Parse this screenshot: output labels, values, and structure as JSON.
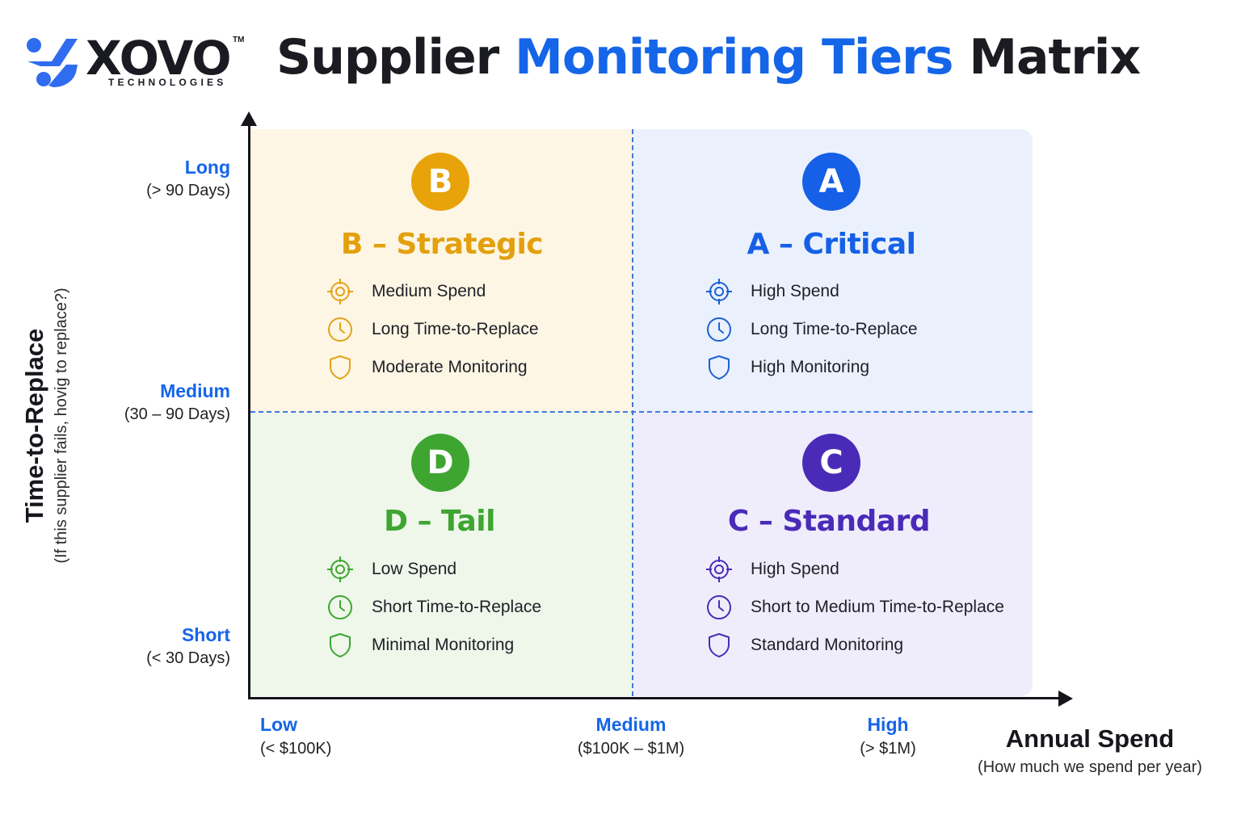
{
  "brand": {
    "logo_text": "XOVO",
    "logo_tm": "TM",
    "logo_subtitle": "TECHNOLOGIES",
    "color_blue": "#2f6cf0",
    "color_dark": "#1a1a22"
  },
  "title": {
    "part1": "Supplier",
    "part2": "Monitoring Tiers",
    "part3": "Matrix",
    "accent_color": "#1565e8"
  },
  "y_axis": {
    "title": "Time-to-Replace",
    "subtitle": "(If this supplier fails, hovig to replace?)",
    "levels": [
      {
        "label": "Long",
        "range": "(> 90 Days)"
      },
      {
        "label": "Medium",
        "range": "(30 – 90 Days)"
      },
      {
        "label": "Short",
        "range": "(< 30 Days)"
      }
    ]
  },
  "x_axis": {
    "title": "Annual Spend",
    "subtitle": "(How much we spend per year)",
    "levels": [
      {
        "label": "Low",
        "range": "(< $100K)"
      },
      {
        "label": "Medium",
        "range": "($100K – $1M)"
      },
      {
        "label": "High",
        "range": "(> $1M)"
      }
    ]
  },
  "quadrants": {
    "b": {
      "letter": "B",
      "title": "B – Strategic",
      "color": "#e8a30a",
      "bg": "#fdf6e4",
      "items": [
        {
          "icon": "target-icon",
          "label": "Medium Spend"
        },
        {
          "icon": "clock-icon",
          "label": "Long Time-to-Replace"
        },
        {
          "icon": "shield-icon",
          "label": "Moderate Monitoring"
        }
      ]
    },
    "a": {
      "letter": "A",
      "title": "A – Critical",
      "color": "#1560e6",
      "bg": "#eaf1fd",
      "items": [
        {
          "icon": "target-icon",
          "label": "High Spend"
        },
        {
          "icon": "clock-icon",
          "label": "Long Time-to-Replace"
        },
        {
          "icon": "shield-icon",
          "label": "High Monitoring"
        }
      ]
    },
    "d": {
      "letter": "D",
      "title": "D – Tail",
      "color": "#3ea531",
      "bg": "#eef7ea",
      "items": [
        {
          "icon": "target-icon",
          "label": "Low Spend"
        },
        {
          "icon": "clock-icon",
          "label": "Short Time-to-Replace"
        },
        {
          "icon": "shield-icon",
          "label": "Minimal Monitoring"
        }
      ]
    },
    "c": {
      "letter": "C",
      "title": "C – Standard",
      "color": "#4a2bb8",
      "bg": "#efedfb",
      "items": [
        {
          "icon": "target-icon",
          "label": "High Spend"
        },
        {
          "icon": "clock-icon",
          "label": "Short to Medium Time-to-Replace"
        },
        {
          "icon": "shield-icon",
          "label": "Standard Monitoring"
        }
      ]
    }
  }
}
